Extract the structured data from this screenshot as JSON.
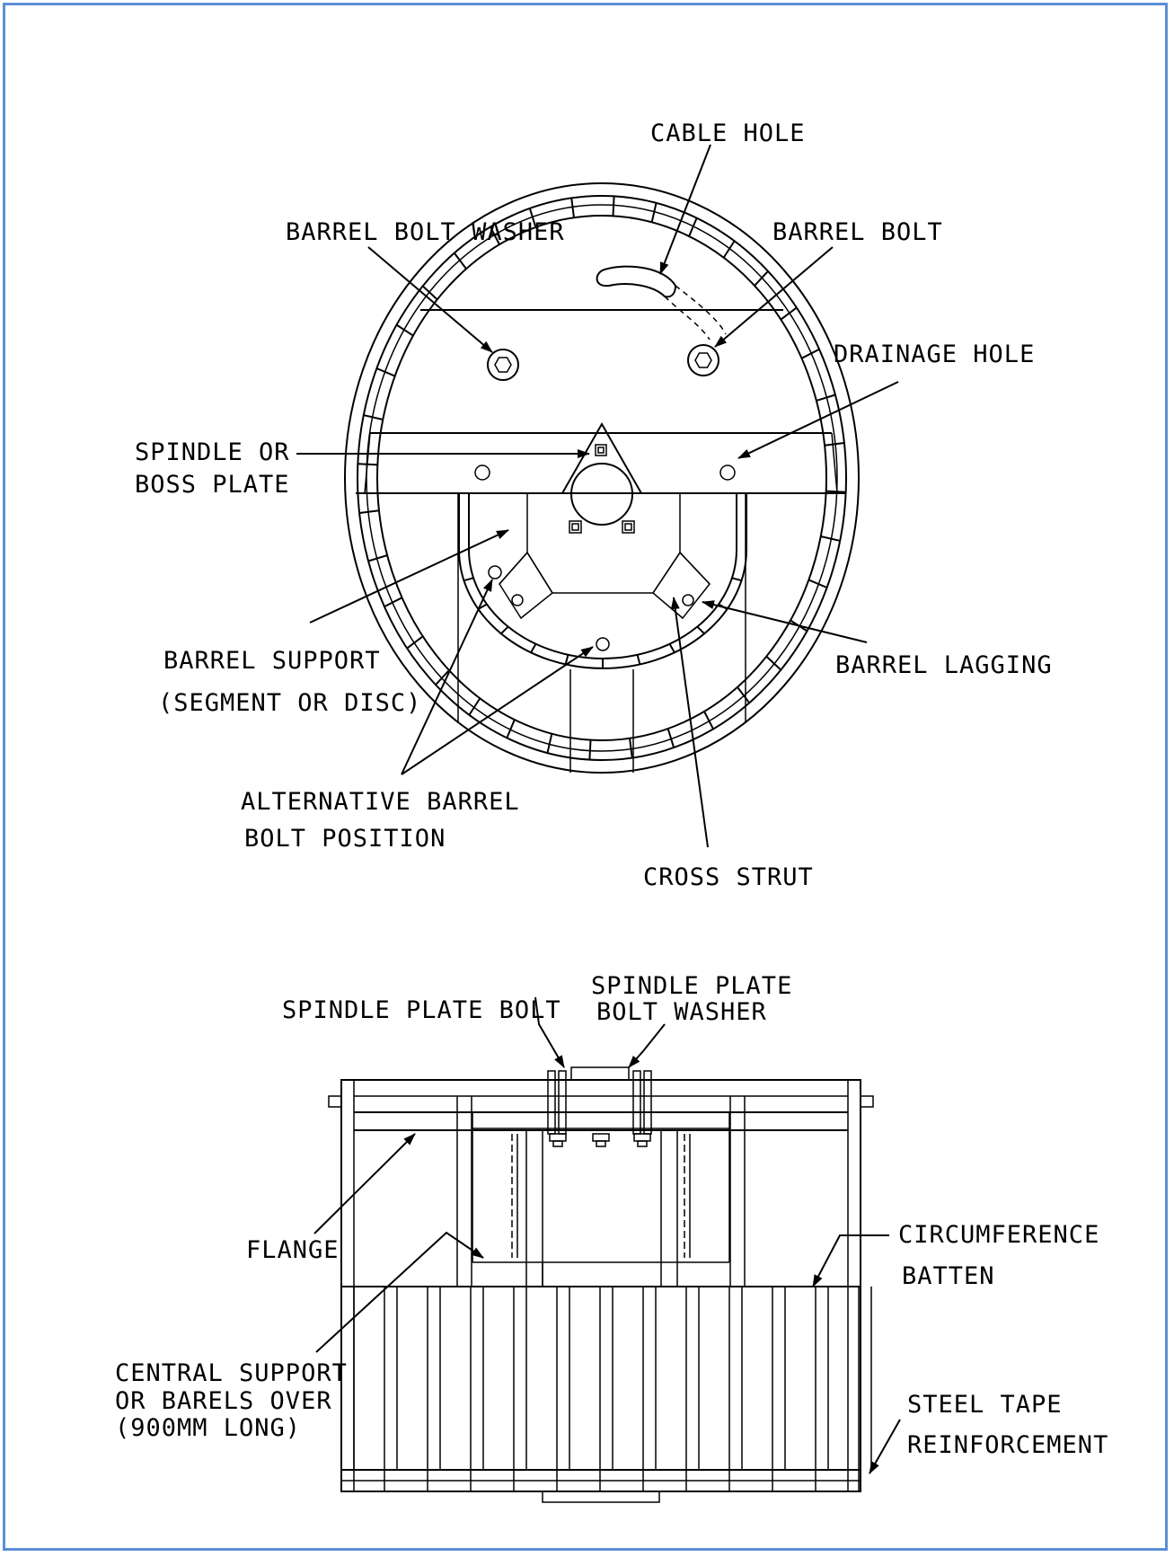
{
  "border_color": "#5b8fd6",
  "labels": {
    "cable_hole": "CABLE HOLE",
    "barrel_bolt_washer": "BARREL BOLT WASHER",
    "barrel_bolt": "BARREL BOLT",
    "drainage_hole": "DRAINAGE HOLE",
    "spindle_line1": "SPINDLE OR",
    "spindle_line2": "BOSS PLATE",
    "barrel_support_line1": "BARREL SUPPORT",
    "barrel_support_line2": "(SEGMENT OR DISC)",
    "barrel_lagging": "BARREL LAGGING",
    "alt_bolt_line1": "ALTERNATIVE BARREL",
    "alt_bolt_line2": "BOLT POSITION",
    "cross_strut": "CROSS STRUT",
    "spindle_plate_bolt": "SPINDLE PLATE BOLT",
    "spindle_washer_line1": "SPINDLE PLATE",
    "spindle_washer_line2": "BOLT WASHER",
    "flange": "FLANGE",
    "circumference_line1": "CIRCUMFERENCE",
    "circumference_line2": "BATTEN",
    "central_line1": "CENTRAL SUPPORT",
    "central_line2": "OR BARELS OVER",
    "central_line3": "(900MM LONG)",
    "steel_line1": "STEEL TAPE",
    "steel_line2": "REINFORCEMENT"
  }
}
